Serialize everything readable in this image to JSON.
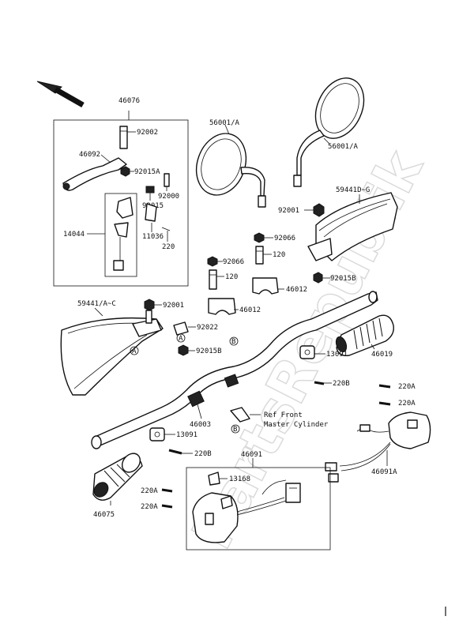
{
  "labels": {
    "l46076": "46076",
    "l92002": "92002",
    "l46092": "46092",
    "l92015a": "92015A",
    "l92000": "92000",
    "l92015": "92015",
    "l14044": "14044",
    "l11036": "11036",
    "l220_a": "220",
    "l56001a_left": "56001/A",
    "l56001a_right": "56001/A",
    "l59441dg": "59441D~G",
    "l92001_top": "92001",
    "l92066_top": "92066",
    "l120_top": "120",
    "l92066_mid": "92066",
    "l120_mid": "120",
    "l92015b_right": "92015B",
    "l46012_right": "46012",
    "l46012_center": "46012",
    "l59441ac": "59441/A~C",
    "l92001_left": "92001",
    "l92022": "92022",
    "l92015b_left": "92015B",
    "l13091_right": "13091",
    "l46019": "46019",
    "l220b_right": "220B",
    "l220a_r1": "220A",
    "l220a_r2": "220A",
    "l46003": "46003",
    "l13091_left": "13091",
    "l220b_left": "220B",
    "ref_line1": "Ref Front",
    "ref_line2": "Master  Cylinder",
    "l46091": "46091",
    "l13168": "13168",
    "l46075": "46075",
    "l220a_l1": "220A",
    "l220a_l2": "220A",
    "l46091a": "46091A",
    "ref_a": "A",
    "ref_b": "B",
    "ref_a2": "A",
    "ref_b2": "B"
  },
  "watermark": "PartsRepublik"
}
